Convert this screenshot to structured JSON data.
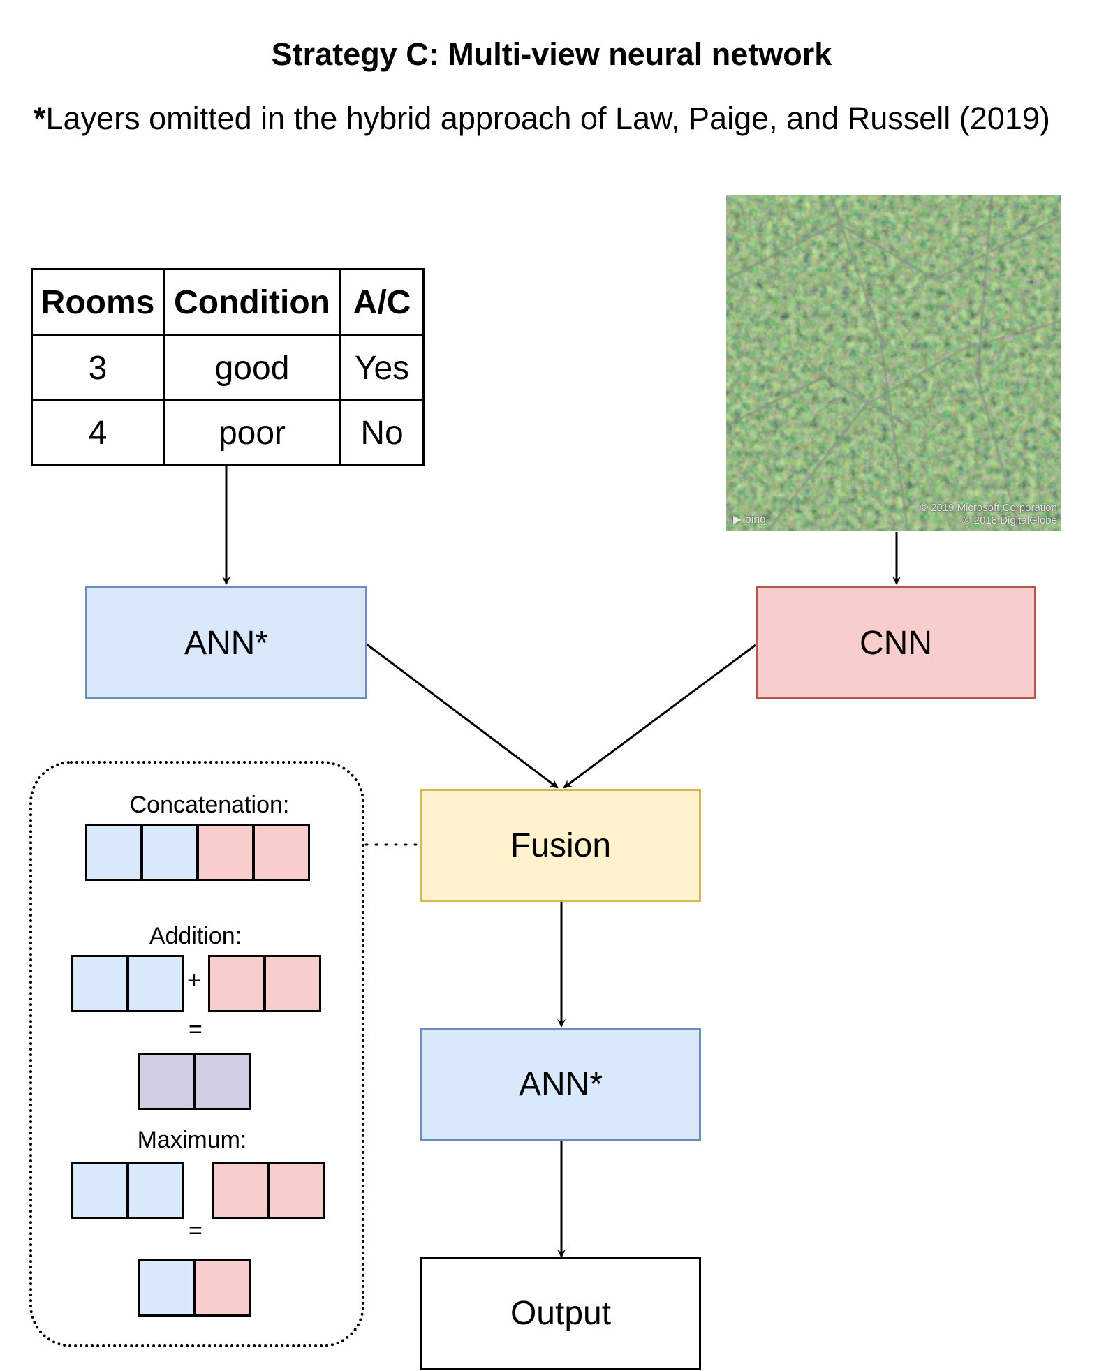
{
  "title": "Strategy C: Multi-view neural network",
  "note": {
    "star": "*",
    "text": "Layers omitted in the hybrid approach of Law, Paige, and Russell (2019)"
  },
  "table": {
    "headers": [
      "Rooms",
      "Condition",
      "A/C"
    ],
    "rows": [
      [
        "3",
        "good",
        "Yes"
      ],
      [
        "4",
        "poor",
        "No"
      ]
    ]
  },
  "image": {
    "credit_line1": "© 2019 Microsoft Corporation",
    "credit_line2": "© 2018 DigitalGlobe",
    "provider": "bing"
  },
  "nodes": {
    "ann_left": "ANN*",
    "cnn": "CNN",
    "fusion": "Fusion",
    "ann_bottom": "ANN*",
    "output": "Output"
  },
  "legend": {
    "concatenation": "Concatenation:",
    "addition": "Addition:",
    "maximum": "Maximum:",
    "plus": "+",
    "equals": "="
  },
  "colors": {
    "blue_fill": "#dae8fc",
    "blue_stroke": "#6c8ebf",
    "red_fill": "#f8cecc",
    "red_stroke": "#b85450",
    "yellow_fill": "#fff2cc",
    "yellow_stroke": "#d6b656",
    "purple_fill": "#d0cee2",
    "purple_stroke": "#56517e"
  }
}
